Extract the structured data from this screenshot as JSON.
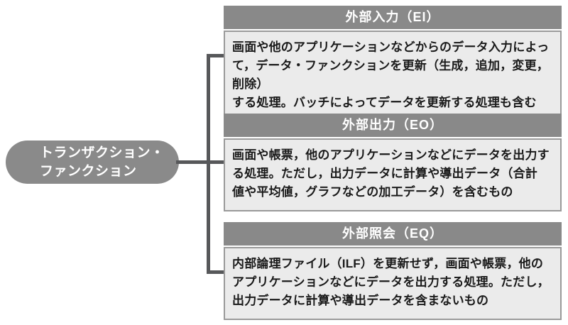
{
  "colors": {
    "node_fill": "#8a8a8a",
    "header_fill": "#898989",
    "body_fill": "#ebebeb",
    "body_border": "#9a9a9a",
    "connector": "#57585a",
    "header_text": "#ffffff",
    "body_text": "#1a1a1a",
    "background": "#ffffff"
  },
  "root_node": {
    "label_line1": "トランザクション・",
    "label_line2": "ファンクション"
  },
  "branches": [
    {
      "id": "ei",
      "title": "外部入力（EI）",
      "body_lines": [
        "画面や他のアプリケーションなどからのデータ入力によっ",
        "て，データ・ファンクションを更新（生成，追加，変更，削除）",
        "する処理。バッチによってデータを更新する処理も含む"
      ]
    },
    {
      "id": "eo",
      "title": "外部出力（EO）",
      "body_lines": [
        "画面や帳票，他のアプリケーションなどにデータを出力す",
        "る処理。ただし，出力データに計算や導出データ（合計",
        "値や平均値，グラフなどの加工データ）を含むもの"
      ]
    },
    {
      "id": "eq",
      "title": "外部照会（EQ）",
      "body_lines": [
        "内部論理ファイル（ILF）を更新せず，画面や帳票，他の",
        "アプリケーションなどにデータを出力する処理。ただし，",
        "出力データに計算や導出データを含まないもの"
      ]
    }
  ]
}
